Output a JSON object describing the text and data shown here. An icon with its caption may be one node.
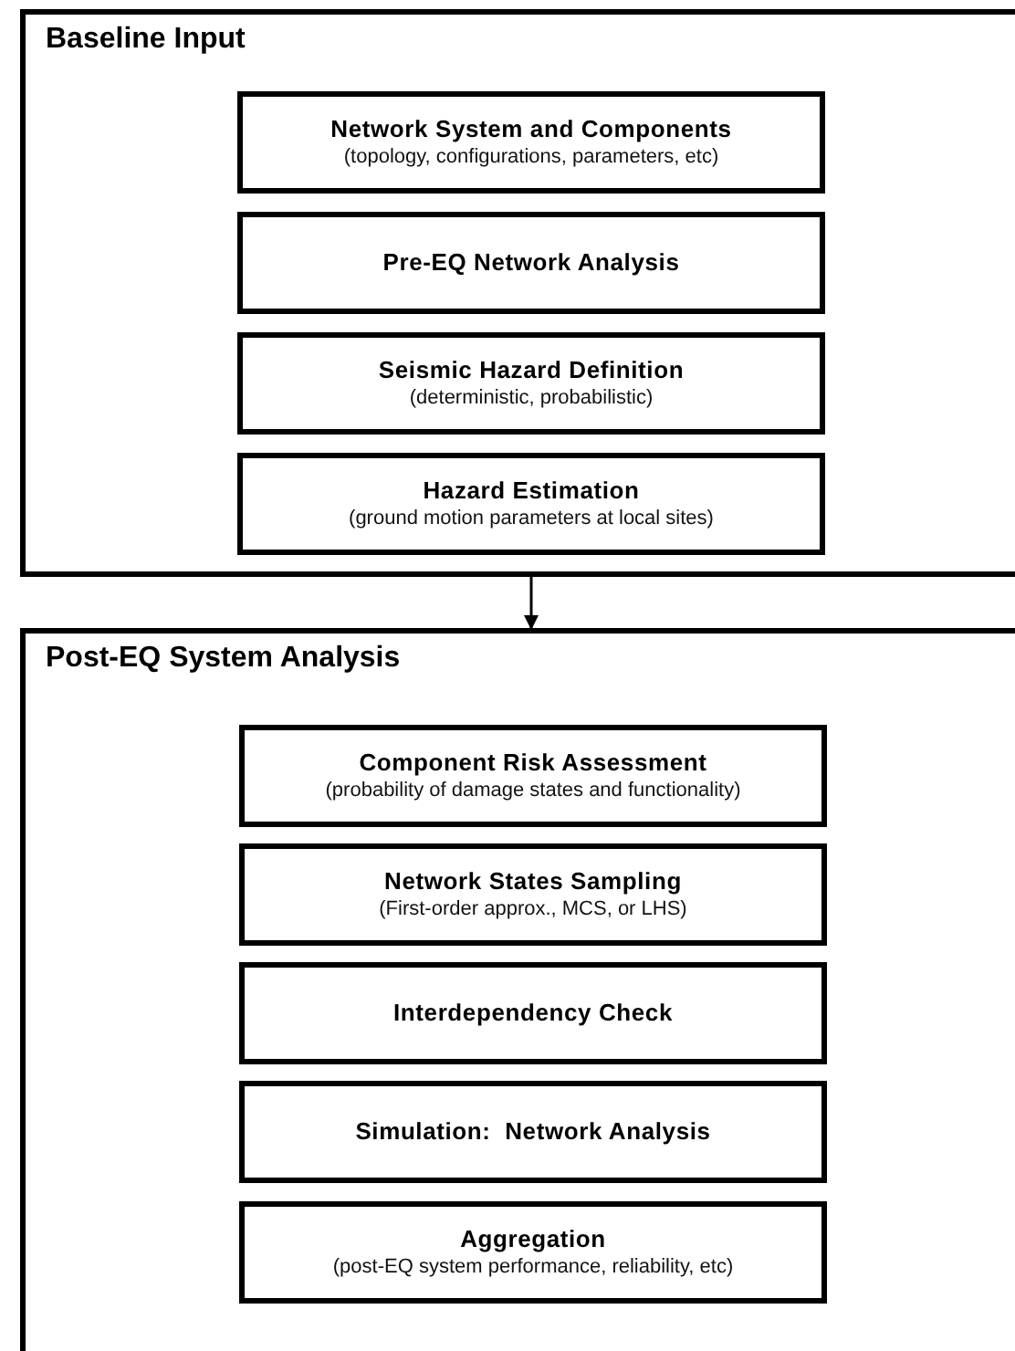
{
  "diagram": {
    "nodes": [
      {
        "text": [
          "Baseline Input"
        ]
      },
      {
        "text": [
          "Network System and Components",
          "(topology, configurations, parameters, etc)"
        ],
        "in": 0
      },
      {
        "text": [
          "Pre-EQ Network Analysis"
        ],
        "in": 0
      },
      {
        "text": [
          "Seismic Hazard Definition",
          "(deterministic, probabilistic)"
        ],
        "in": 0
      },
      {
        "text": [
          "Hazard Estimation",
          "(ground motion parameters at local sites)"
        ],
        "in": 0
      },
      {
        "text": [
          "Post-EQ System Analysis"
        ]
      },
      {
        "text": [
          "Component Risk Assessment",
          "(probability of damage states and functionality)"
        ],
        "in": 5
      },
      {
        "text": [
          "Network States Sampling",
          "(First-order approx., MCS, or LHS)"
        ],
        "in": 5
      },
      {
        "text": [
          "Interdependency Check"
        ],
        "in": 5
      },
      {
        "text": [
          "Simulation:  Network Analysis"
        ],
        "in": 5
      },
      {
        "text": [
          "Aggregation",
          "(post-EQ system performance, reliability, etc)"
        ],
        "in": 5
      }
    ],
    "edges": [
      {
        "from": 0,
        "to": 5,
        "arrow": "to"
      }
    ]
  }
}
